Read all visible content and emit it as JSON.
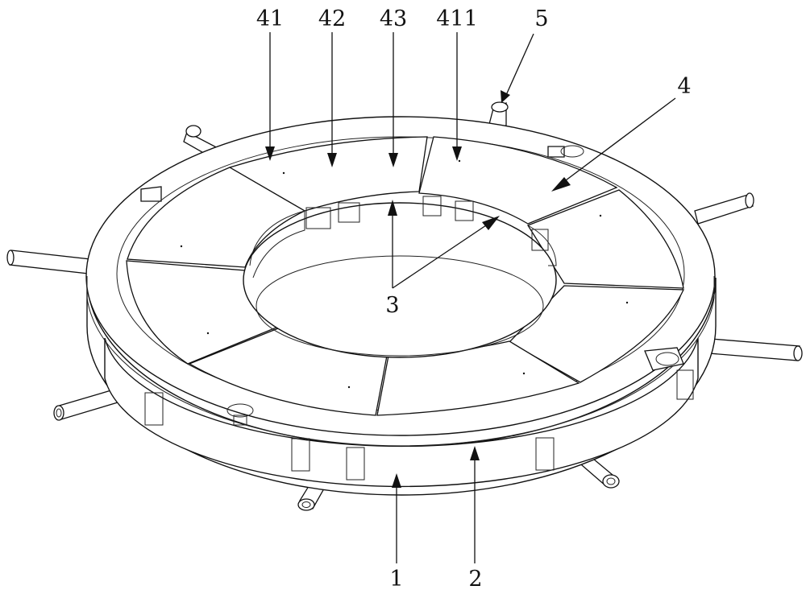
{
  "labels": {
    "l41": "41",
    "l42": "42",
    "l43": "43",
    "l411": "411",
    "l5": "5",
    "l4": "4",
    "l3": "3",
    "l1": "1",
    "l2": "2"
  },
  "colors": {
    "line": "#111111",
    "background": "#ffffff"
  }
}
